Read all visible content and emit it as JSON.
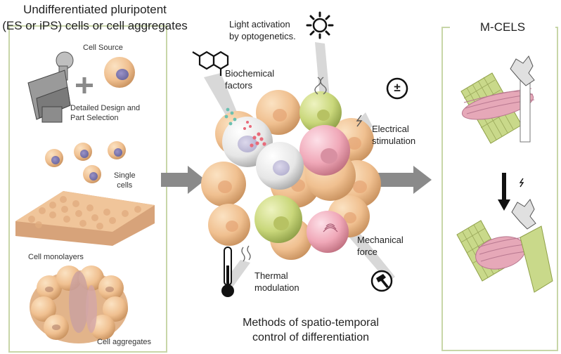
{
  "left_panel": {
    "title_line1": "Undifferentiated pluripotent",
    "title_line2": "(ES or iPS) cells or cell aggregates",
    "cell_source": "Cell Source",
    "design_line1": "Detailed Design and",
    "design_line2": "Part Selection",
    "single_line1": "Single",
    "single_line2": "cells",
    "monolayers": "Cell monolayers",
    "aggregates": "Cell aggregates"
  },
  "center": {
    "light_line1": "Light activation",
    "light_line2": "by optogenetics.",
    "bio_line1": "Biochemical",
    "bio_line2": "factors",
    "elec_line1": "Electrical",
    "elec_line2": "stimulation",
    "mech_line1": "Mechanical",
    "mech_line2": "force",
    "therm_line1": "Thermal",
    "therm_line2": "modulation",
    "caption_line1": "Methods of spatio-temporal",
    "caption_line2": "control of differentiation",
    "plus_minus": "±"
  },
  "right_panel": {
    "title": "M-CELS"
  },
  "colors": {
    "panel_border": "#c8d6a8",
    "cell_peach": "#f2c898",
    "cell_green": "#c9d77a",
    "cell_pink": "#f0a8b8",
    "cell_white": "#eeeeee",
    "arrow_gray": "#8a8a8a",
    "robot_green": "#c9d98a",
    "robot_pink": "#e6a8b8"
  },
  "icons": [
    "cube-icon",
    "plus-icon",
    "sun-icon",
    "hexagon-molecule-icon",
    "dna-icon",
    "lightning-icon",
    "plus-minus-icon",
    "hammer-icon",
    "thermometer-icon",
    "down-arrow-icon"
  ]
}
